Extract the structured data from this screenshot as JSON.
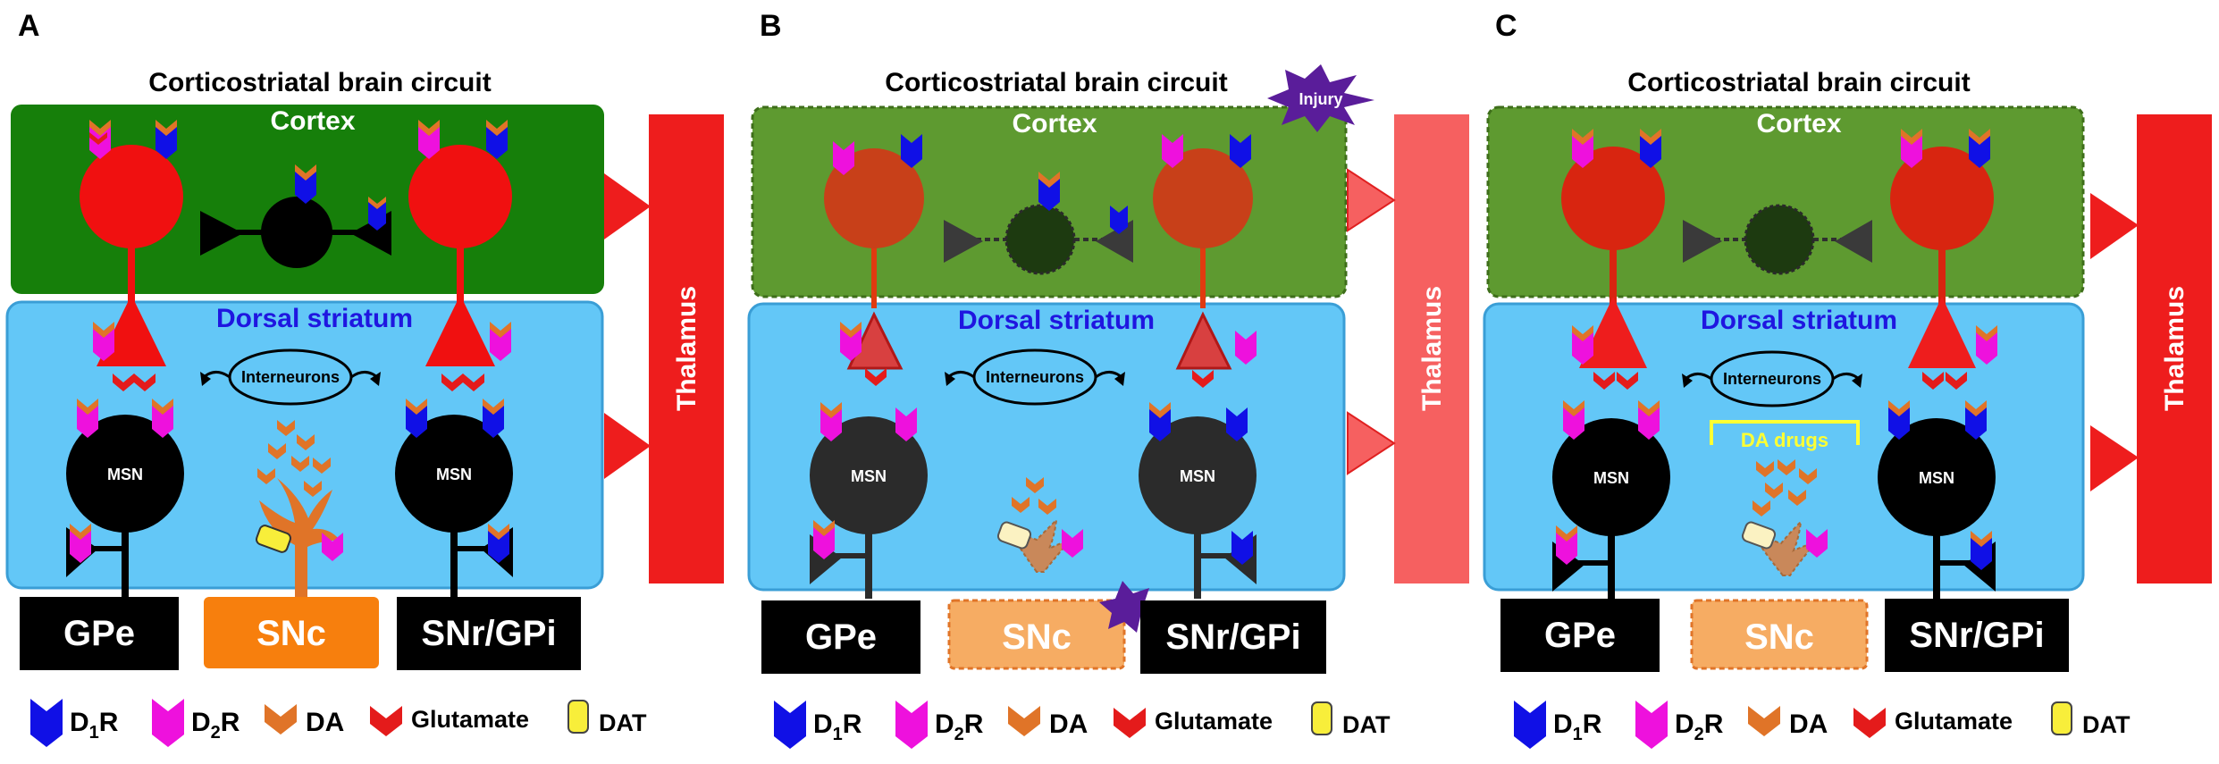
{
  "panels": [
    {
      "letter": "A",
      "title": "Corticostriatal brain circuit",
      "cortex_label": "Cortex",
      "striatum_label": "Dorsal striatum",
      "thalamus_label": "Thalamus",
      "interneurons_label": "Interneurons",
      "msn_left_label": "MSN",
      "msn_right_label": "MSN",
      "gpe_label": "GPe",
      "snc_label": "SNc",
      "snr_label": "SNr/GPi",
      "state": "healthy"
    },
    {
      "letter": "B",
      "title": "Corticostriatal brain circuit",
      "cortex_label": "Cortex",
      "striatum_label": "Dorsal striatum",
      "thalamus_label": "Thalamus",
      "interneurons_label": "Interneurons",
      "msn_left_label": "MSN",
      "msn_right_label": "MSN",
      "gpe_label": "GPe",
      "snc_label": "SNc",
      "snr_label": "SNr/GPi",
      "injury_label": "Injury",
      "state": "injured"
    },
    {
      "letter": "C",
      "title": "Corticostriatal brain circuit",
      "cortex_label": "Cortex",
      "striatum_label": "Dorsal striatum",
      "thalamus_label": "Thalamus",
      "interneurons_label": "Interneurons",
      "msn_left_label": "MSN",
      "msn_right_label": "MSN",
      "gpe_label": "GPe",
      "snc_label": "SNc",
      "snr_label": "SNr/GPi",
      "drugs_label": "DA drugs",
      "state": "treated"
    }
  ],
  "legend": {
    "d1r": {
      "main": "D",
      "sub": "1",
      "suffix": "R",
      "color": "#1010e6"
    },
    "d2r": {
      "main": "D",
      "sub": "2",
      "suffix": "R",
      "color": "#ee11dd"
    },
    "da": {
      "label": "DA",
      "color": "#e07428"
    },
    "glutamate": {
      "label": "Glutamate",
      "color": "#e41b1b"
    },
    "dat": {
      "label": "DAT",
      "color": "#f8ee3a"
    }
  },
  "colors": {
    "cortex_healthy": "#167f0a",
    "cortex_injured": "#5e9a30",
    "striatum": "#63c7f7",
    "striatum_border": "#3a9ed6",
    "thalamus": "#ee1d1d",
    "thalamus_injured": "#f66060",
    "neuron_red": "#f01010",
    "neuron_injured": "#c84019",
    "neuron_treated": "#d82510",
    "msn_black": "#000000",
    "msn_injured": "#2b2b2b",
    "snc": "#f77f0d",
    "snc_faded": "#f6ac63",
    "injury": "#5a1d9a",
    "drugs": "#ffff33"
  }
}
